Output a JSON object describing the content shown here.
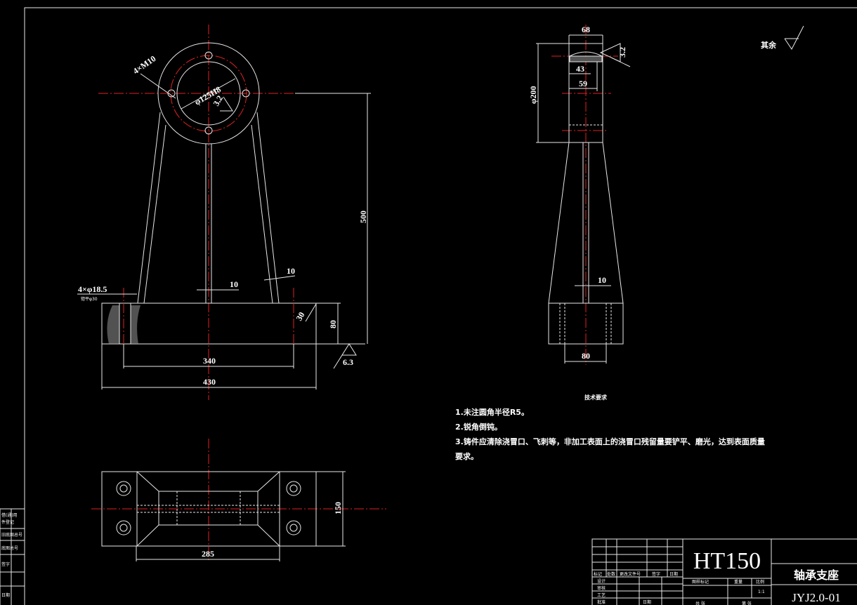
{
  "front_view": {
    "hole_note": "4×M10",
    "bore_dim": "φ125H8",
    "bore_roughness": "3.2",
    "height_dim": "500",
    "rib_dim": "10",
    "leg_dim": "10",
    "base_hole_note": "4×φ18.5",
    "base_hole_sub": "锪平φ30",
    "radius_dim": "30",
    "base_height_dim": "80",
    "hole_spacing_dim": "340",
    "base_width_dim": "430",
    "base_roughness": "6.3"
  },
  "top_view": {
    "width_dim": "285",
    "depth_dim": "150"
  },
  "side_view": {
    "top_width_dim": "68",
    "roughness": "3.2",
    "groove_dim": "43",
    "inner_dim": "59",
    "diameter_dim": "φ200",
    "rib_dim": "10",
    "base_dim": "80"
  },
  "general_roughness": {
    "label": "其余"
  },
  "tech_requirements": {
    "title": "技术要求",
    "items": [
      "1.未注圆角半径R5。",
      "2.锐角倒钝。",
      "3.铸件应清除浇冒口、飞刺等，非加工表面上的浇冒口残留量要铲平、磨光，达到表面质量",
      "要求。"
    ]
  },
  "title_block": {
    "material": "HT150",
    "part_name": "轴承支座",
    "drawing_no": "JYJ2.0-01",
    "headers": [
      "标记",
      "处数",
      "更改文件号",
      "签字",
      "日期"
    ],
    "roles": [
      "设计",
      "审核",
      "工艺",
      "批准"
    ],
    "date_label": "日期",
    "mark_label": "图样标记",
    "weight_label": "重量",
    "scale_label": "比例",
    "scale": "1:1",
    "sheets_total": "共 张",
    "sheet_no": "第 张"
  },
  "side_strip": {
    "rows": [
      "借(通)用",
      "件登记",
      "旧底图总号",
      "底图总号",
      "签字",
      "日期"
    ]
  }
}
